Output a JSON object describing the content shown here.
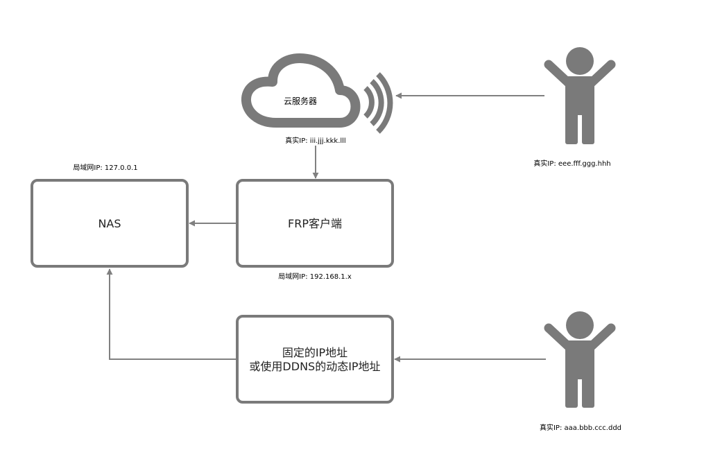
{
  "cloud": {
    "label": "云服务器",
    "ip_label": "真实IP: iii.jjj.kkk.lll"
  },
  "nas": {
    "label": "NAS",
    "ip_label": "局域网IP: 127.0.0.1"
  },
  "frp_client": {
    "label": "FRP客户端",
    "ip_label": "局域网IP: 192.168.1.x"
  },
  "dynamic_ip_box": {
    "line1": "固定的IP地址",
    "line2": "或使用DDNS的动态IP地址"
  },
  "user_top": {
    "ip_label": "真实IP: eee.fff.ggg.hhh"
  },
  "user_bottom": {
    "ip_label": "真实IP: aaa.bbb.ccc.ddd"
  },
  "colors": {
    "stroke": "#7a7a7a",
    "connector": "#808080",
    "icon": "#7a7a7a"
  },
  "icons": {
    "cloud": "cloud-server-icon",
    "signal": "wireless-signal-icon",
    "person": "person-icon"
  }
}
